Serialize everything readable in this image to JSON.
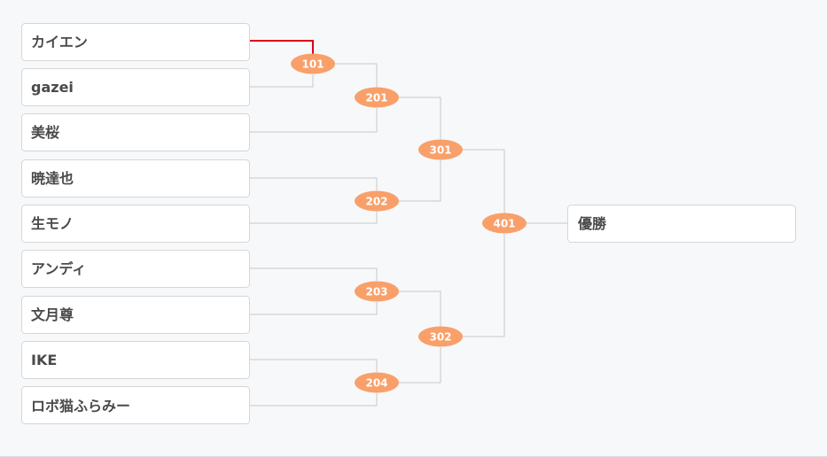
{
  "bracket": {
    "players": [
      "カイエン",
      "gazei",
      "美桜",
      "暁達也",
      "生モノ",
      "アンディ",
      "文月尊",
      "IKE",
      "ロボ猫ふらみー"
    ],
    "matches": [
      "101",
      "201",
      "202",
      "203",
      "204",
      "301",
      "302",
      "401"
    ],
    "champion_label": "優勝",
    "colors": {
      "match_badge": "#f9a06a",
      "winner_line": "#e0001a",
      "line": "#c8c8c8",
      "box_border": "#d6d6d6",
      "text": "#4a4a4a"
    }
  }
}
